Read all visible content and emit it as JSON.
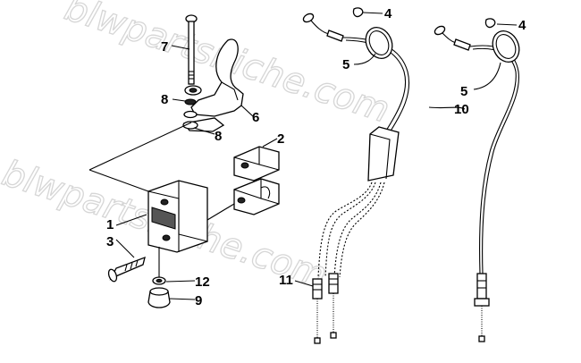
{
  "diagram": {
    "watermark_text": "blwpartsniche.com",
    "callouts": [
      {
        "id": "c1",
        "label": "1"
      },
      {
        "id": "c2",
        "label": "2"
      },
      {
        "id": "c3",
        "label": "3"
      },
      {
        "id": "c4a",
        "label": "4"
      },
      {
        "id": "c4b",
        "label": "4"
      },
      {
        "id": "c5a",
        "label": "5"
      },
      {
        "id": "c5b",
        "label": "5"
      },
      {
        "id": "c6",
        "label": "6"
      },
      {
        "id": "c7",
        "label": "7"
      },
      {
        "id": "c8a",
        "label": "8"
      },
      {
        "id": "c8b",
        "label": "8"
      },
      {
        "id": "c9",
        "label": "9"
      },
      {
        "id": "c10",
        "label": "10"
      },
      {
        "id": "c11",
        "label": "11"
      },
      {
        "id": "c12",
        "label": "12"
      }
    ]
  }
}
